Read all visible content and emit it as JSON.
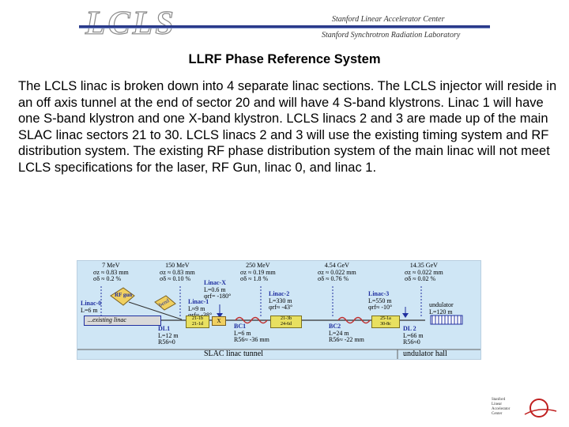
{
  "header": {
    "logo_text": "LCLS",
    "institution_1": "Stanford Linear Accelerator Center",
    "institution_2": "Stanford Synchrotron Radiation Laboratory"
  },
  "title": "LLRF Phase Reference System",
  "body": "The LCLS linac is broken down into 4 separate linac sections. The LCLS injector will reside in an off axis tunnel at the end of sector 20 and will have 4 S-band klystrons. Linac 1 will have one S-band klystron and one X-band klystron. LCLS linacs 2 and 3 are made up of the main SLAC linac sectors 21 to 30. LCLS linacs 2 and 3 will use the existing timing system and RF distribution system. The existing RF phase distribution system of the main linac will not meet LCLS specifications for the laser, RF Gun, linac 0, and linac 1.",
  "diagram": {
    "energies": [
      {
        "e": "7 MeV",
        "l1": "σz ≈ 0.83 mm",
        "l2": "σδ ≈ 0.2 %"
      },
      {
        "e": "150 MeV",
        "l1": "σz ≈ 0.83 mm",
        "l2": "σδ ≈ 0.10 %"
      },
      {
        "e": "250 MeV",
        "l1": "σz ≈ 0.19 mm",
        "l2": "σδ ≈ 1.8 %"
      },
      {
        "e": "4.54 GeV",
        "l1": "σz ≈ 0.022 mm",
        "l2": "σδ ≈ 0.76 %"
      },
      {
        "e": "14.35 GeV",
        "l1": "σz ≈ 0.022 mm",
        "l2": "σδ ≈ 0.02 %"
      }
    ],
    "linacx": {
      "name": "Linac-X",
      "l1": "L=0.6 m",
      "l2": "φrf= -180°"
    },
    "linac0": {
      "name": "Linac-0",
      "l1": "L=6 m"
    },
    "rfgun": "RF gun",
    "bend": "bend",
    "existing_linac": "...existing linac",
    "linac1": {
      "name": "Linac-1",
      "l1": "L≈9 m",
      "l2": "φrf≈ -38°"
    },
    "linac2": {
      "name": "Linac-2",
      "l1": "L=330 m",
      "l2": "φrf≈ -43°"
    },
    "linac3": {
      "name": "Linac-3",
      "l1": "L=550 m",
      "l2": "φrf≈ -10°"
    },
    "sectors": {
      "s1a": "21-1b",
      "s1b": "21-1d",
      "x": "X",
      "s2a": "21-3b",
      "s2b": "24-6d",
      "s3a": "25-1a",
      "s3b": "30-8c"
    },
    "bc1": {
      "name": "BC1",
      "l1": "L=6 m",
      "l2": "R56≈ -36 mm"
    },
    "bc2": {
      "name": "BC2",
      "l1": "L=24 m",
      "l2": "R56≈ -22 mm"
    },
    "dl1": {
      "name": "DL1",
      "l1": "L=12 m",
      "l2": "R56≈0"
    },
    "dl2": {
      "name": "DL 2",
      "l1": "L=66 m",
      "l2": "R56≈0"
    },
    "undulator": {
      "name": "undulator",
      "l1": "L=120 m"
    },
    "tunnel": "SLAC linac tunnel",
    "hall": "undulator hall"
  },
  "footer": {
    "lines": [
      "Stanford",
      "Linear",
      "Accelerator",
      "Center"
    ]
  }
}
